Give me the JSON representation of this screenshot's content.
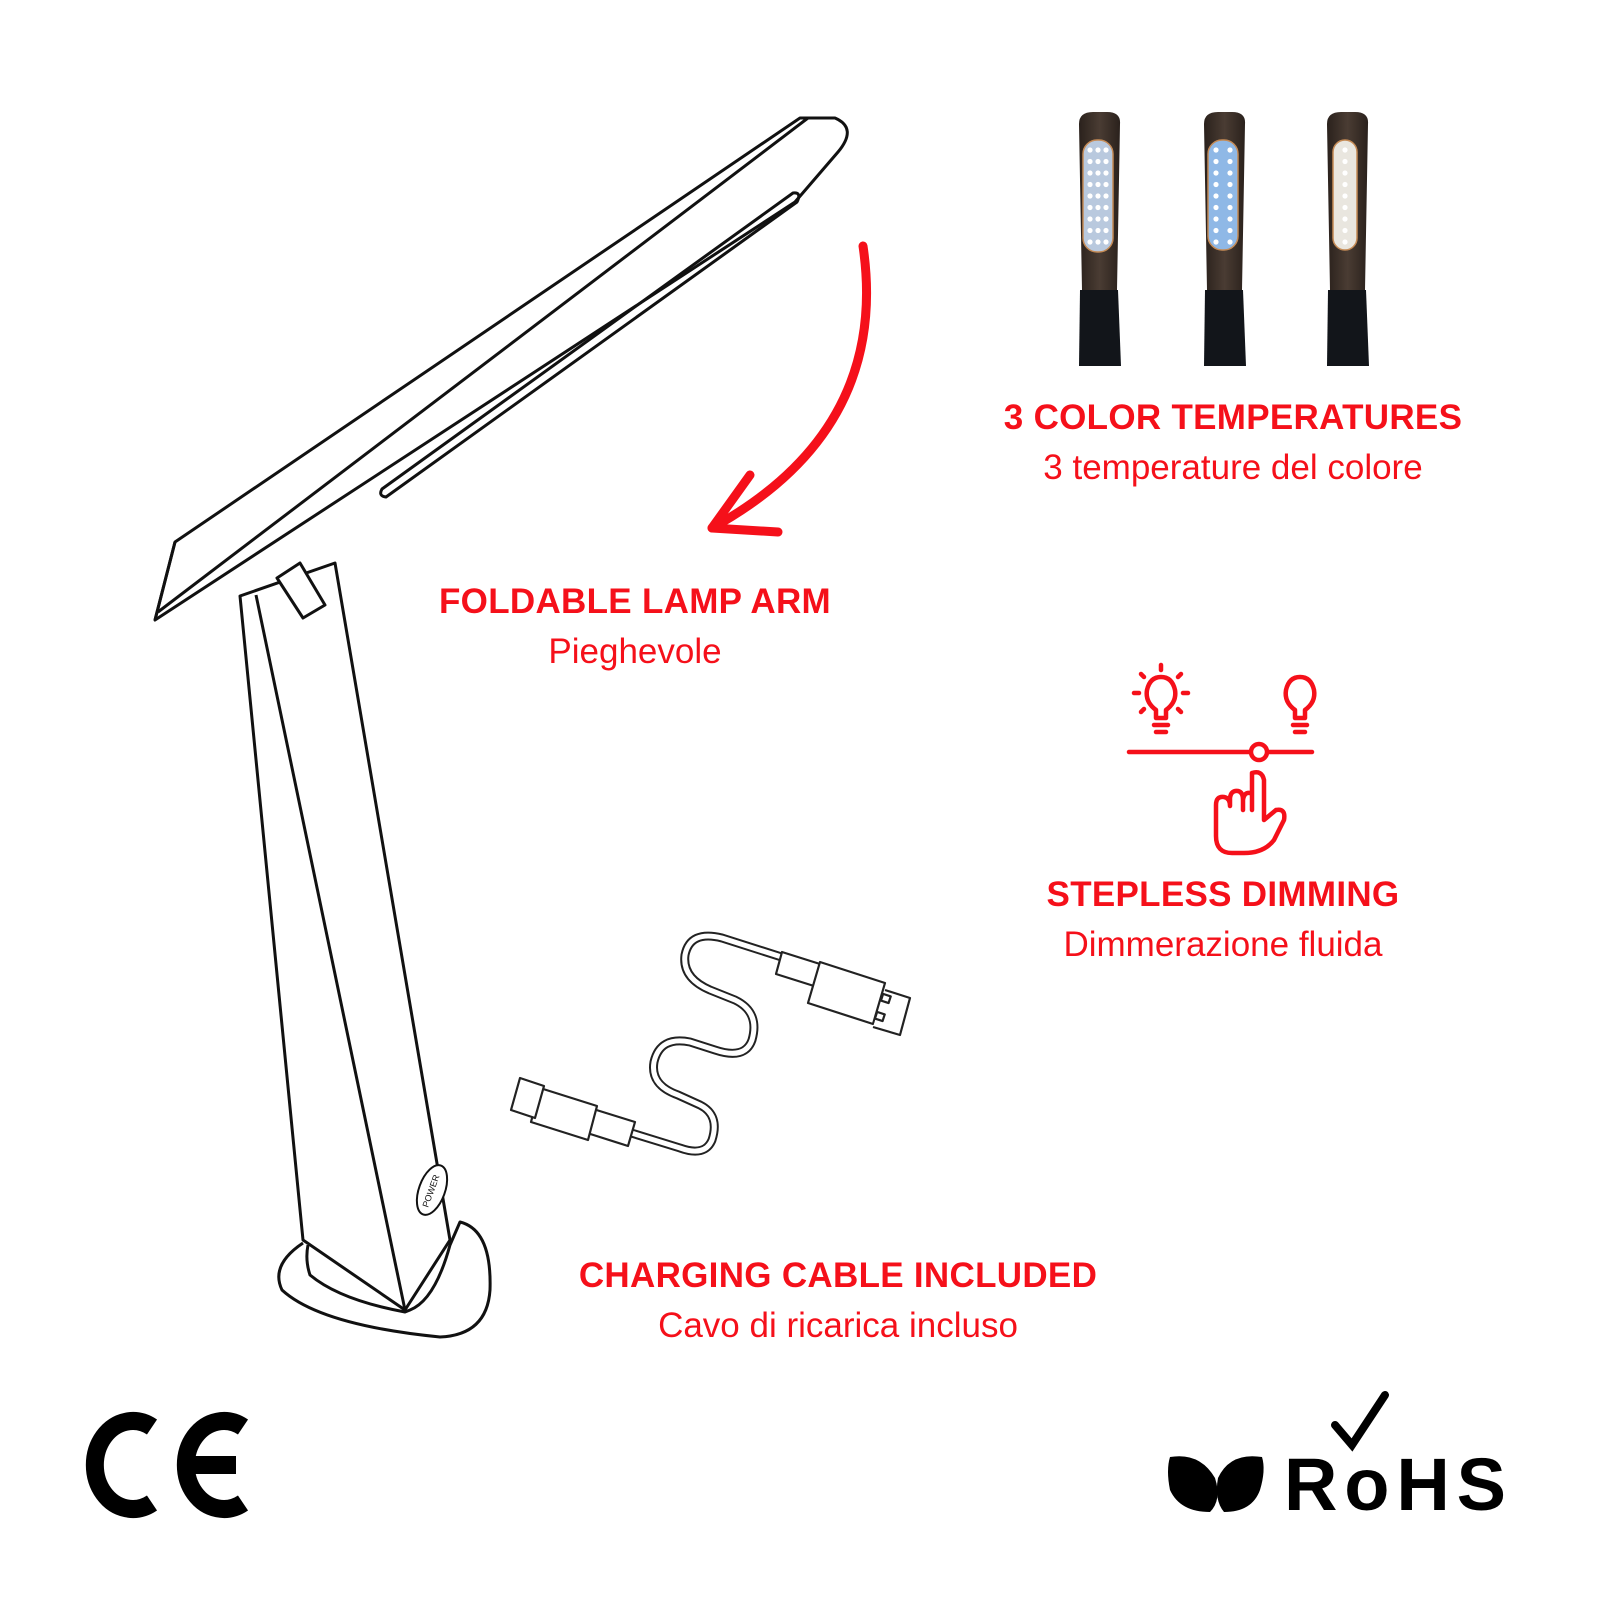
{
  "colors": {
    "accent": "#f5101a",
    "line": "#111111"
  },
  "features": [
    {
      "title": "3 COLOR TEMPERATURES",
      "subtitle": "3 temperature del colore",
      "icon": "lamp-heads-photo"
    },
    {
      "title": "FOLDABLE LAMP ARM",
      "subtitle": "Pieghevole",
      "icon": "curved-arrow-icon"
    },
    {
      "title": "STEPLESS DIMMING",
      "subtitle": "Dimmerazione fluida",
      "icon": "dimmer-slider-icon"
    },
    {
      "title": "CHARGING CABLE INCLUDED",
      "subtitle": "Cavo di ricarica incluso",
      "icon": "usb-cable-icon"
    }
  ],
  "lamp": {
    "power_label": "POWER"
  },
  "certifications": {
    "ce": "CE",
    "rohs": "RoHS"
  }
}
